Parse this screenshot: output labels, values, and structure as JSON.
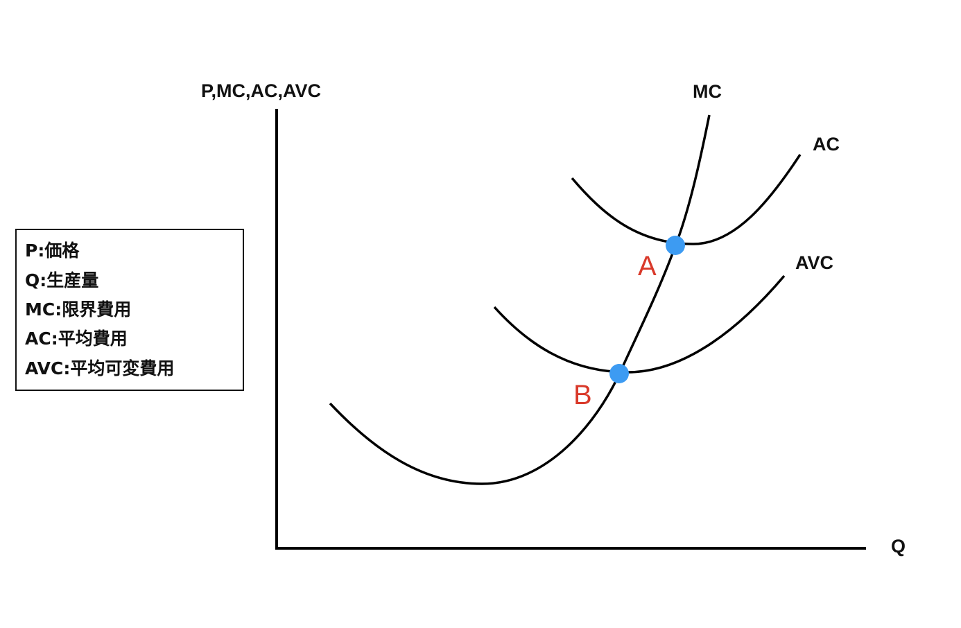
{
  "axes": {
    "y_label": "P,MC,AC,AVC",
    "x_label": "Q"
  },
  "curves": {
    "mc": "MC",
    "ac": "AC",
    "avc": "AVC"
  },
  "points": {
    "a": {
      "label": "A",
      "color": "#d9392a"
    },
    "b": {
      "label": "B",
      "color": "#d9392a"
    }
  },
  "colors": {
    "curve": "#000000",
    "point_marker": "#3d9bf2",
    "point_label": "#d9392a"
  },
  "legend": {
    "items": [
      "P:価格",
      "Q:生産量",
      "MC:限界費用",
      "AC:平均費用",
      "AVC:平均可変費用"
    ]
  }
}
